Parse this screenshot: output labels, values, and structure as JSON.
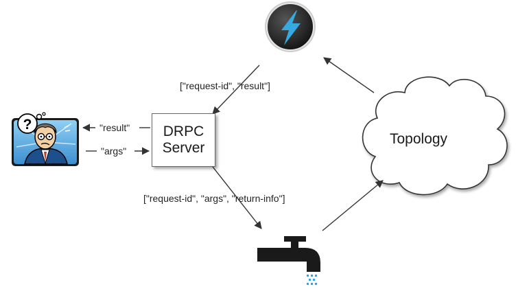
{
  "diagram": {
    "server_line1": "DRPC",
    "server_line2": "Server",
    "topology_label": "Topology",
    "label_result_to_client": "\"result\"",
    "label_args_from_client": "\"args\"",
    "label_bolt_to_server": "[\"request-id\", \"result\"]",
    "label_server_to_spout": "[\"request-id\", \"args\", \"return-info\"]"
  },
  "icons": {
    "client": "confused-user-icon",
    "bolt": "lightning-bolt-icon",
    "spout": "water-faucet-icon"
  },
  "colors": {
    "bolt_blue": "#36a9e1",
    "bolt_circle": "#2b2b2b",
    "client_bg": "#5aa7dd",
    "spout_drops": "#3aa0e6",
    "line": "#333333"
  }
}
